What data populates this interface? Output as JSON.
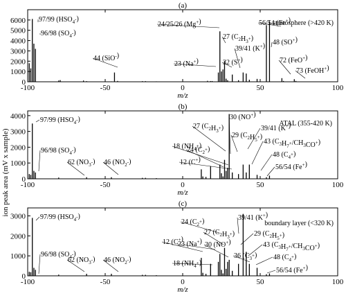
{
  "chart_data": [
    {
      "type": "bar",
      "panel_label": "(a)",
      "region": "stratosphere (>420 K)",
      "xlabel": "m/z",
      "xlim": [
        -100,
        100
      ],
      "ylim": [
        0,
        7000
      ],
      "xticks": [
        -100,
        -50,
        0,
        50,
        100
      ],
      "yticks": [
        0,
        1000,
        2000,
        3000,
        4000,
        5000,
        6000
      ],
      "x": [
        -99,
        -98,
        -97,
        -96,
        -95,
        -80,
        -79,
        -64,
        -62,
        -46,
        -44,
        -42,
        -26,
        -24,
        -17,
        16,
        18,
        19,
        23,
        24,
        25,
        26,
        27,
        28,
        29,
        32,
        36,
        39,
        41,
        43,
        48,
        54,
        56,
        64,
        65,
        72,
        73
      ],
      "y": [
        1800,
        1300,
        6100,
        3700,
        3200,
        120,
        160,
        120,
        60,
        40,
        900,
        80,
        60,
        60,
        40,
        90,
        70,
        70,
        900,
        4900,
        1000,
        1200,
        2000,
        300,
        150,
        700,
        150,
        900,
        800,
        200,
        280,
        5500,
        5900,
        350,
        80,
        250,
        80
      ],
      "annotations": [
        {
          "text": "97/99 (HSO4-)"
        },
        {
          "text": "96/98 (SO4-)"
        },
        {
          "text": "44 (SiO-)"
        },
        {
          "text": "24/25/26 (Mg+)"
        },
        {
          "text": "23 (Na+)"
        },
        {
          "text": "27 (C2H3+)"
        },
        {
          "text": "32 (S+)"
        },
        {
          "text": "39/41 (K+)"
        },
        {
          "text": "56/54 (Fe+)"
        },
        {
          "text": "48 (SO+)"
        },
        {
          "text": "72 (FeO+)"
        },
        {
          "text": "73 (FeOH+)"
        }
      ]
    },
    {
      "type": "bar",
      "panel_label": "(b)",
      "region": "ATAL (355-420 K)",
      "ylabel": "ion peak area (mV x sample)",
      "xlabel": "m/z",
      "xlim": [
        -100,
        100
      ],
      "ylim": [
        0,
        4300
      ],
      "xticks": [
        -100,
        -50,
        0,
        50,
        100
      ],
      "yticks": [
        0,
        1000,
        2000,
        3000,
        4000
      ],
      "x": [
        -99,
        -98,
        -97,
        -96,
        -95,
        -80,
        -62,
        -46,
        -26,
        -24,
        -17,
        12,
        13,
        15,
        18,
        24,
        25,
        26,
        27,
        28,
        29,
        30,
        32,
        36,
        39,
        41,
        43,
        48,
        54,
        56
      ],
      "y": [
        300,
        250,
        3500,
        500,
        400,
        80,
        100,
        100,
        60,
        60,
        40,
        600,
        150,
        120,
        800,
        900,
        350,
        150,
        1200,
        500,
        700,
        4100,
        400,
        300,
        900,
        400,
        900,
        250,
        100,
        200
      ],
      "annotations": [
        {
          "text": "97/99 (HSO4-)"
        },
        {
          "text": "96/98 (SO4-)"
        },
        {
          "text": "62 (NO3-)"
        },
        {
          "text": "46 (NO2-)"
        },
        {
          "text": "18 (NH4+)"
        },
        {
          "text": "24 (C2+)"
        },
        {
          "text": "12 (C+)"
        },
        {
          "text": "27 (C2H3+)"
        },
        {
          "text": "30 (NO+)"
        },
        {
          "text": "29 (C2H5+)"
        },
        {
          "text": "39/41 (K+)"
        },
        {
          "text": "43 (C3H7+/CH3CO+)"
        },
        {
          "text": "48 (C4+)"
        },
        {
          "text": "56/54 (Fe+)"
        }
      ]
    },
    {
      "type": "bar",
      "panel_label": "(c)",
      "region": "boundary layer (<320 K)",
      "xlabel": "m/z",
      "xlim": [
        -100,
        100
      ],
      "ylim": [
        0,
        3400
      ],
      "xticks": [
        -100,
        -50,
        0,
        50,
        100
      ],
      "yticks": [
        0,
        1000,
        2000,
        3000
      ],
      "x": [
        -99,
        -98,
        -97,
        -96,
        -95,
        -80,
        -62,
        -46,
        -26,
        -24,
        -17,
        12,
        13,
        15,
        18,
        23,
        24,
        25,
        26,
        27,
        28,
        29,
        30,
        32,
        36,
        39,
        41,
        43,
        48,
        54,
        56
      ],
      "y": [
        200,
        180,
        2900,
        400,
        300,
        60,
        100,
        100,
        50,
        50,
        30,
        900,
        150,
        100,
        600,
        700,
        1100,
        300,
        120,
        1400,
        350,
        700,
        800,
        250,
        600,
        3100,
        1200,
        600,
        400,
        80,
        120
      ],
      "annotations": [
        {
          "text": "97/99 (HSO4-)"
        },
        {
          "text": "96/98 (SO4-)"
        },
        {
          "text": "62 (NO3-)"
        },
        {
          "text": "46 (NO2-)"
        },
        {
          "text": "12 (C+)"
        },
        {
          "text": "23 (Na+)"
        },
        {
          "text": "24 (C2+)"
        },
        {
          "text": "18 (NH4+)"
        },
        {
          "text": "27 (C2H3+)"
        },
        {
          "text": "30 (NO+)"
        },
        {
          "text": "39/41 (K+)"
        },
        {
          "text": "36 (C3+)"
        },
        {
          "text": "29 (C2H5+)"
        },
        {
          "text": "43 (C3H7+/CH3CO+)"
        },
        {
          "text": "48 (C4+)"
        },
        {
          "text": "56/54 (Fe+)"
        }
      ]
    }
  ]
}
